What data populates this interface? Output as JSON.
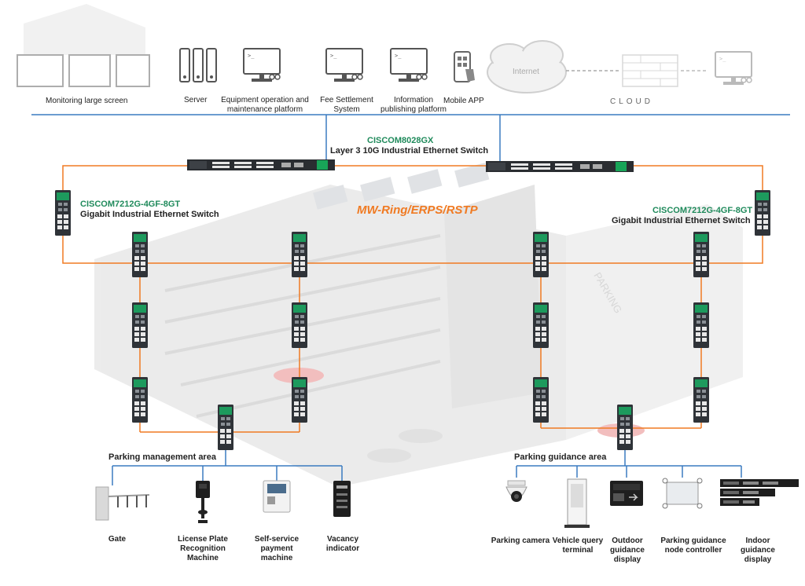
{
  "top": {
    "monitoring": "Monitoring large screen",
    "server": "Server",
    "equipment": [
      "Equipment operation and",
      "maintenance platform"
    ],
    "fee": [
      "Fee Settlement",
      "System"
    ],
    "info": [
      "Information",
      "publishing platform"
    ],
    "mobile": "Mobile APP",
    "internet": "Internet",
    "cloud": "CLOUD"
  },
  "core_switch": {
    "model": "CISCOM8028GX",
    "desc": "Layer 3 10G Industrial Ethernet Switch"
  },
  "left_switch": {
    "model": "CISCOM7212G-4GF-8GT",
    "desc": "Gigabit Industrial Ethernet Switch"
  },
  "right_switch": {
    "model": "CISCOM7212G-4GF-8GT",
    "desc": "Gigabit Industrial Ethernet Switch"
  },
  "ring_protocol": "MW-Ring/ERPS/RSTP",
  "building_sign": "PARKING",
  "management": {
    "area": "Parking management area",
    "gate": "Gate",
    "lpr": [
      "License Plate",
      "Recognition",
      "Machine"
    ],
    "payment": [
      "Self-service",
      "payment",
      "machine"
    ],
    "vacancy": [
      "Vacancy",
      "indicator"
    ]
  },
  "guidance": {
    "area": "Parking guidance area",
    "camera": "Parking camera",
    "query": [
      "Vehicle query",
      "terminal"
    ],
    "outdoor": [
      "Outdoor",
      "guidance",
      "display"
    ],
    "node": [
      "Parking guidance",
      "node controller"
    ],
    "indoor": [
      "Indoor",
      "guidance",
      "display"
    ]
  },
  "colors": {
    "ring": "#f07a22",
    "bus": "#3a7bc0",
    "model_text": "#1f8a5b"
  }
}
